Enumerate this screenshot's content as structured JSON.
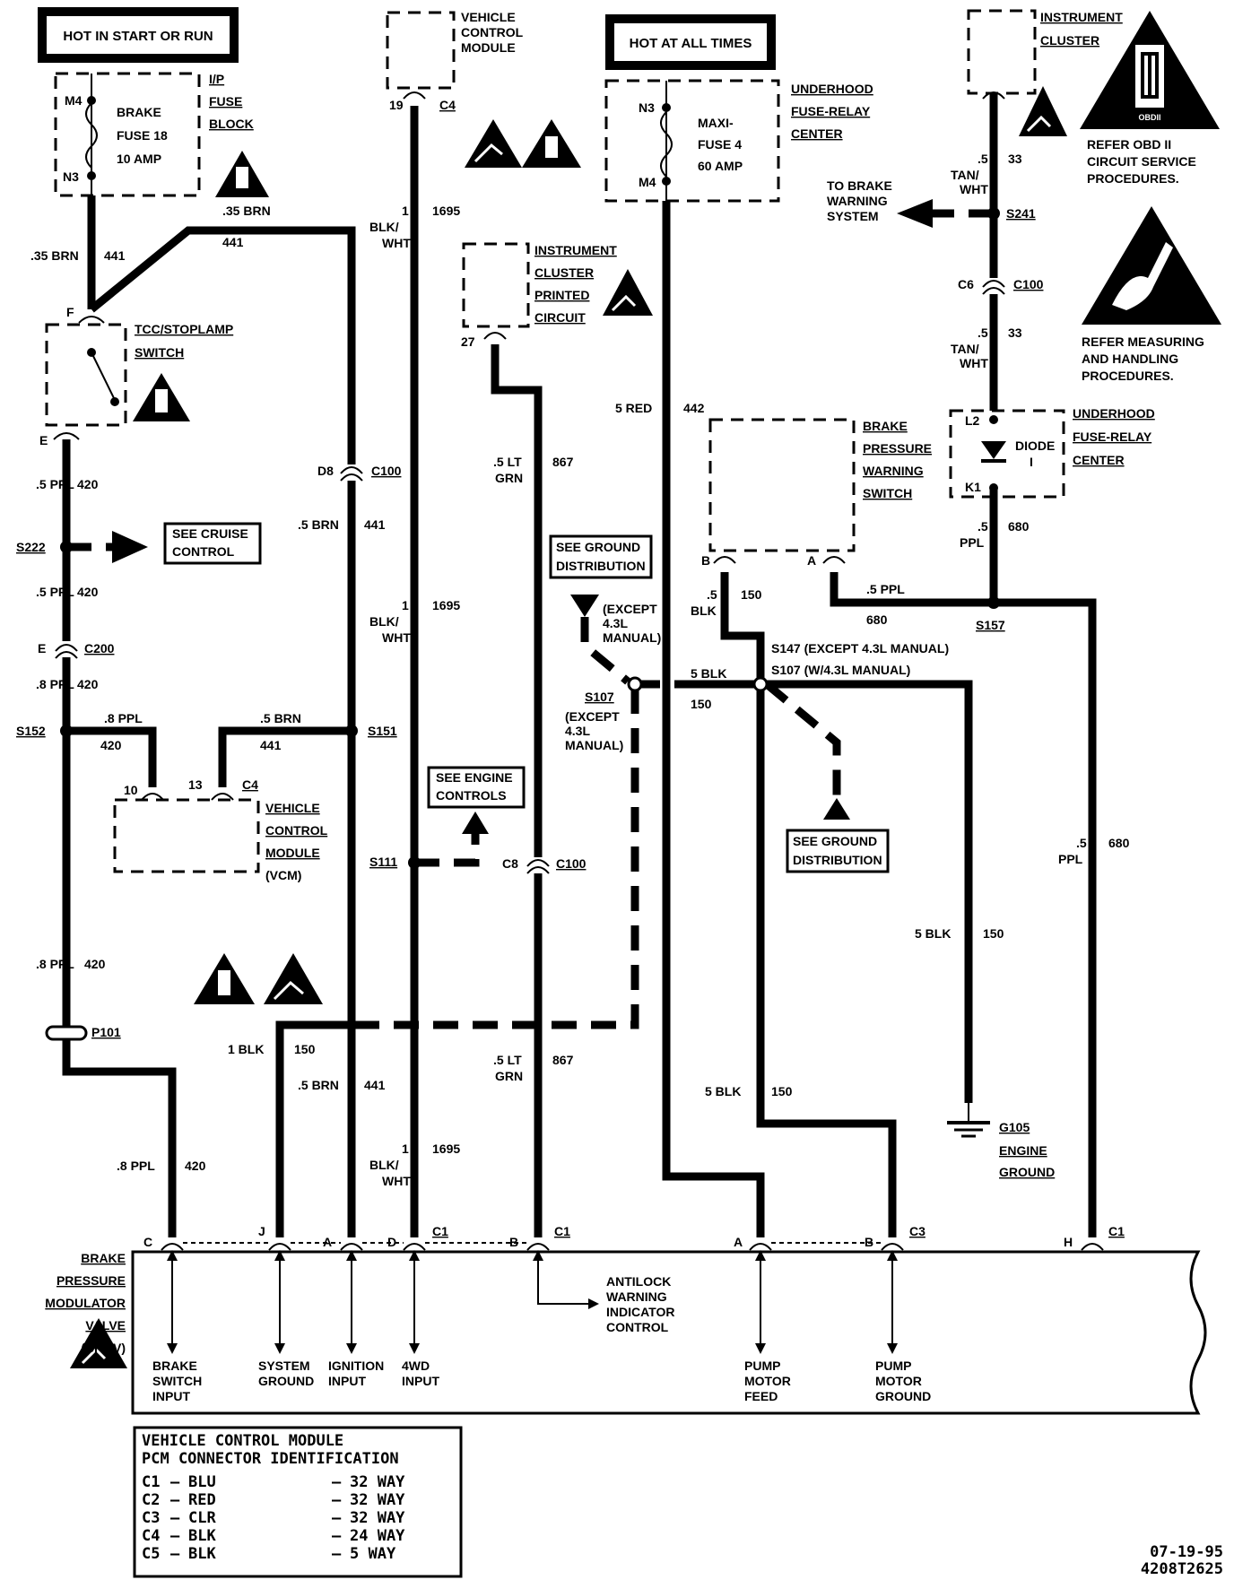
{
  "power": {
    "hot_start_run": "HOT IN START OR RUN",
    "hot_all_times": "HOT AT ALL TIMES"
  },
  "ip_fuse_block": {
    "title_l1": "I/P",
    "title_l2": "FUSE",
    "title_l3": "BLOCK",
    "pin_top": "M4",
    "pin_bottom": "N3",
    "fuse_l1": "BRAKE",
    "fuse_l2": "FUSE 18",
    "fuse_l3": "10 AMP"
  },
  "underhood_fuse_top": {
    "title_l1": "UNDERHOOD",
    "title_l2": "FUSE-RELAY",
    "title_l3": "CENTER",
    "pin_top": "N3",
    "pin_bottom": "M4",
    "fuse_l1": "MAXI-",
    "fuse_l2": "FUSE 4",
    "fuse_l3": "60 AMP"
  },
  "vcm_top": {
    "l1": "VEHICLE",
    "l2": "CONTROL",
    "l3": "MODULE",
    "pin": "19",
    "conn": "C4"
  },
  "instrument_cluster_top": {
    "l1": "INSTRUMENT",
    "l2": "CLUSTER"
  },
  "icpc": {
    "l1": "INSTRUMENT",
    "l2": "CLUSTER",
    "l3": "PRINTED",
    "l4": "CIRCUIT",
    "pin": "27"
  },
  "obd_note": {
    "logo": "OBDII",
    "l1": "REFER OBD II",
    "l2": "CIRCUIT SERVICE",
    "l3": "PROCEDURES."
  },
  "esd_note": {
    "l1": "REFER MEASURING",
    "l2": "AND HANDLING",
    "l3": "PROCEDURES."
  },
  "tcc_switch": {
    "l1": "TCC/STOPLAMP",
    "l2": "SWITCH",
    "pin_top": "F",
    "pin_bottom": "E"
  },
  "brake_warning": {
    "l1": "TO BRAKE",
    "l2": "WARNING",
    "l3": "SYSTEM"
  },
  "diode_center": {
    "l1": "UNDERHOOD",
    "l2": "FUSE-RELAY",
    "l3": "CENTER",
    "diode": "DIODE",
    "diode_num": "I",
    "pin_top": "L2",
    "pin_bottom": "K1"
  },
  "bpws": {
    "l1": "BRAKE",
    "l2": "PRESSURE",
    "l3": "WARNING",
    "l4": "SWITCH",
    "pin_b": "B",
    "pin_a": "A"
  },
  "see_cruise": {
    "l1": "SEE CRUISE",
    "l2": "CONTROL"
  },
  "see_ground_1": {
    "l1": "SEE GROUND",
    "l2": "DISTRIBUTION"
  },
  "see_ground_2": {
    "l1": "SEE GROUND",
    "l2": "DISTRIBUTION"
  },
  "see_engine": {
    "l1": "SEE ENGINE",
    "l2": "CONTROLS"
  },
  "vcm_mid": {
    "l1": "VEHICLE",
    "l2": "CONTROL",
    "l3": "MODULE",
    "l4": "(VCM)",
    "pin10": "10",
    "pin13": "13",
    "conn": "C4"
  },
  "except_note_1": {
    "l1": "(EXCEPT",
    "l2": "4.3L",
    "l3": "MANUAL)"
  },
  "except_note_2": {
    "l1": "(EXCEPT",
    "l2": "4.3L",
    "l3": "MANUAL)"
  },
  "splices": {
    "s222": "S222",
    "s152": "S152",
    "s151": "S151",
    "s111": "S111",
    "s107a": "S107",
    "s147": "S147 (EXCEPT 4.3L MANUAL)",
    "s107b": "S107 (W/4.3L MANUAL)",
    "s157": "S157",
    "s241": "S241"
  },
  "connectors": {
    "c200_pin": "E",
    "c200": "C200",
    "c100a_pin": "D8",
    "c100a": "C100",
    "c100b_pin": "C8",
    "c100b": "C100",
    "c100c_pin": "C6",
    "c100c": "C100",
    "p101": "P101"
  },
  "wires": {
    "w_35brn": ".35 BRN",
    "w_441": "441",
    "w_5ppl": ".5 PPL",
    "w_420": "420",
    "w_8ppl": ".8 PPL",
    "w_5brn": ".5 BRN",
    "w_1": "1",
    "w_blk": "BLK/",
    "w_wht": "WHT",
    "w_1695": "1695",
    "w_5lt": ".5 LT",
    "w_grn": "GRN",
    "w_867": "867",
    "w_5red": "5 RED",
    "w_442": "442",
    "w_5": ".5",
    "w_blk2": "BLK",
    "w_150": "150",
    "w_5blk": "5 BLK",
    "w_1blk": "1 BLK",
    "w_ppl": "PPL",
    "w_680": "680",
    "w_tan": "TAN/",
    "w_wht2": "WHT",
    "w_33": "33"
  },
  "ground": {
    "id": "G105",
    "l2": "ENGINE",
    "l3": "GROUND"
  },
  "bpmv": {
    "l1": "BRAKE",
    "l2": "PRESSURE",
    "l3": "MODULATOR",
    "l4": "VALVE",
    "l5": "(BPMV)",
    "pins": {
      "c": "C",
      "j": "J",
      "a": "A",
      "d": "D",
      "b": "B",
      "a2": "A",
      "b2": "B",
      "h": "H"
    },
    "conns": {
      "c1a": "C1",
      "c1b": "C1",
      "c3": "C3",
      "c1c": "C1"
    },
    "io": {
      "brake_switch": [
        "BRAKE",
        "SWITCH",
        "INPUT"
      ],
      "system_ground": [
        "SYSTEM",
        "GROUND"
      ],
      "ignition": [
        "IGNITION",
        "INPUT"
      ],
      "fwd": [
        "4WD",
        "INPUT"
      ],
      "antilock": [
        "ANTILOCK",
        "WARNING",
        "INDICATOR",
        "CONTROL"
      ],
      "pump_feed": [
        "PUMP",
        "MOTOR",
        "FEED"
      ],
      "pump_ground": [
        "PUMP",
        "MOTOR",
        "GROUND"
      ]
    }
  },
  "legend": {
    "title1": "VEHICLE CONTROL MODULE",
    "title2": "PCM CONNECTOR IDENTIFICATION",
    "rows": [
      {
        "id": "C1",
        "color": "BLU",
        "ways": "32 WAY"
      },
      {
        "id": "C2",
        "color": "RED",
        "ways": "32 WAY"
      },
      {
        "id": "C3",
        "color": "CLR",
        "ways": "32 WAY"
      },
      {
        "id": "C4",
        "color": "BLK",
        "ways": "24 WAY"
      },
      {
        "id": "C5",
        "color": "BLK",
        "ways": "5  WAY"
      }
    ]
  },
  "footer": {
    "date": "07-19-95",
    "code": "4208T2625"
  }
}
